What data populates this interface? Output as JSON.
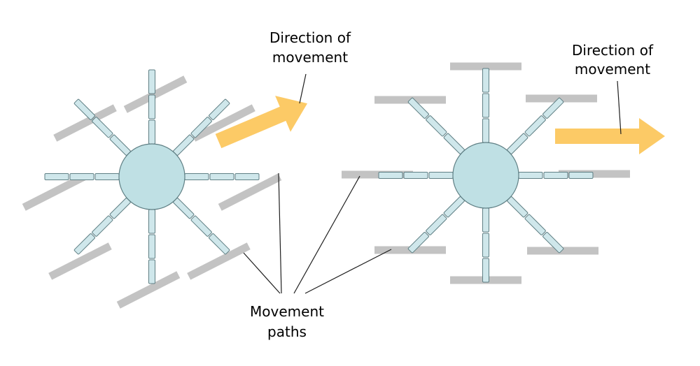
{
  "labels": {
    "direction_left_line1": "Direction of",
    "direction_left_line2": "movement",
    "direction_right_line1": "Direction",
    "direction_right_line2": "of",
    "direction_right_line3": "movement",
    "paths_line1": "Movement",
    "paths_line2": "paths"
  },
  "colors": {
    "background": "#ffffff",
    "hub_fill": "#bfe0e4",
    "hub_stroke": "#5f7f84",
    "segment_fill": "#cfe7eb",
    "segment_stroke": "#5f7f84",
    "path_track": "#c3c3c3",
    "arrow": "#fcca66",
    "leader_line": "#1f1f1f"
  }
}
